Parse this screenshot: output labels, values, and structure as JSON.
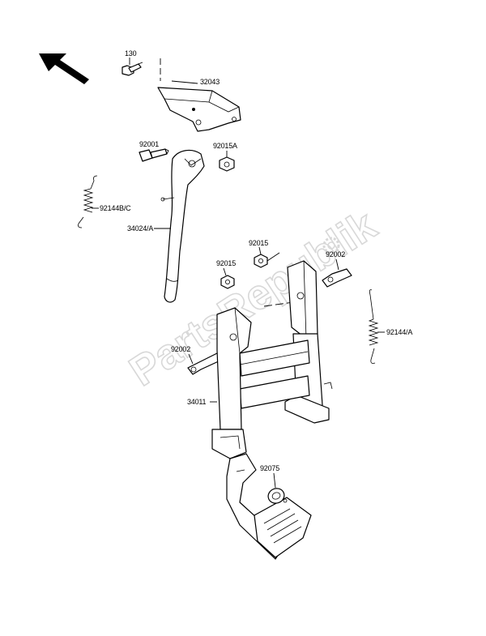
{
  "diagram": {
    "watermark": "PartsRepublik",
    "part_labels": {
      "p130": "130",
      "p32043": "32043",
      "p92001": "92001",
      "p92015A": "92015A",
      "p92144BC": "92144B/C",
      "p34024A": "34024/A",
      "p92015_top": "92015",
      "p92015_mid": "92015",
      "p92002_right": "92002",
      "p92144A": "92144/A",
      "p92002_left": "92002",
      "p34011": "34011",
      "p92075": "92075"
    }
  }
}
